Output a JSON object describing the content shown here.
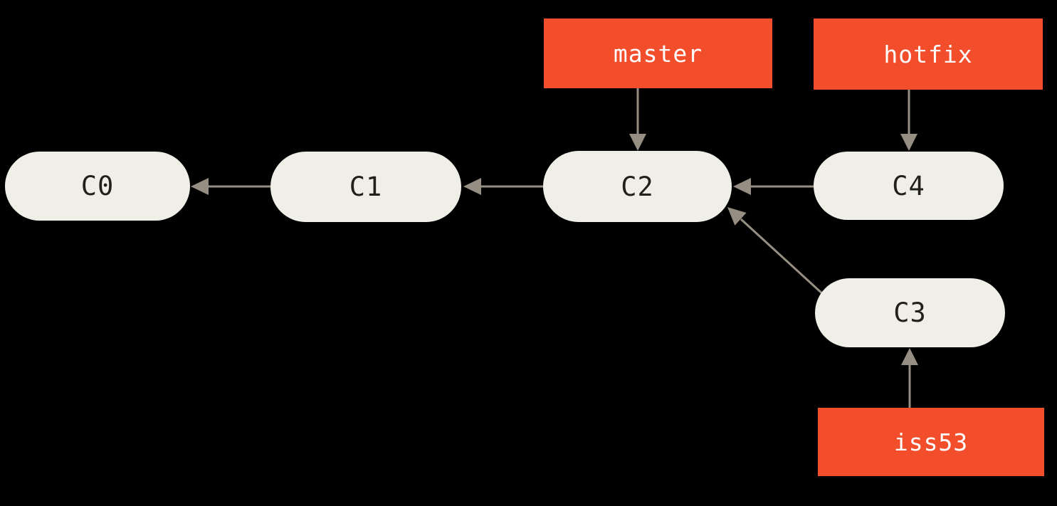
{
  "diagram": {
    "type": "git-commit-graph",
    "background_color": "#000000",
    "colors": {
      "branch_label_fill": "#F24E2C",
      "branch_label_text": "#FFFFFF",
      "commit_node_fill": "#F0EFE7",
      "commit_node_text": "#21201C",
      "arrow": "#968E83"
    },
    "commits": [
      {
        "id": "c0",
        "label": "C0"
      },
      {
        "id": "c1",
        "label": "C1"
      },
      {
        "id": "c2",
        "label": "C2"
      },
      {
        "id": "c3",
        "label": "C3"
      },
      {
        "id": "c4",
        "label": "C4"
      }
    ],
    "branches": [
      {
        "id": "master",
        "label": "master",
        "points_to": "C2"
      },
      {
        "id": "hotfix",
        "label": "hotfix",
        "points_to": "C4"
      },
      {
        "id": "iss53",
        "label": "iss53",
        "points_to": "C3"
      }
    ],
    "edges": [
      {
        "from": "C1",
        "to": "C0"
      },
      {
        "from": "C2",
        "to": "C1"
      },
      {
        "from": "C4",
        "to": "C2"
      },
      {
        "from": "C3",
        "to": "C2"
      },
      {
        "from": "master",
        "to": "C2"
      },
      {
        "from": "hotfix",
        "to": "C4"
      },
      {
        "from": "iss53",
        "to": "C3"
      }
    ]
  }
}
